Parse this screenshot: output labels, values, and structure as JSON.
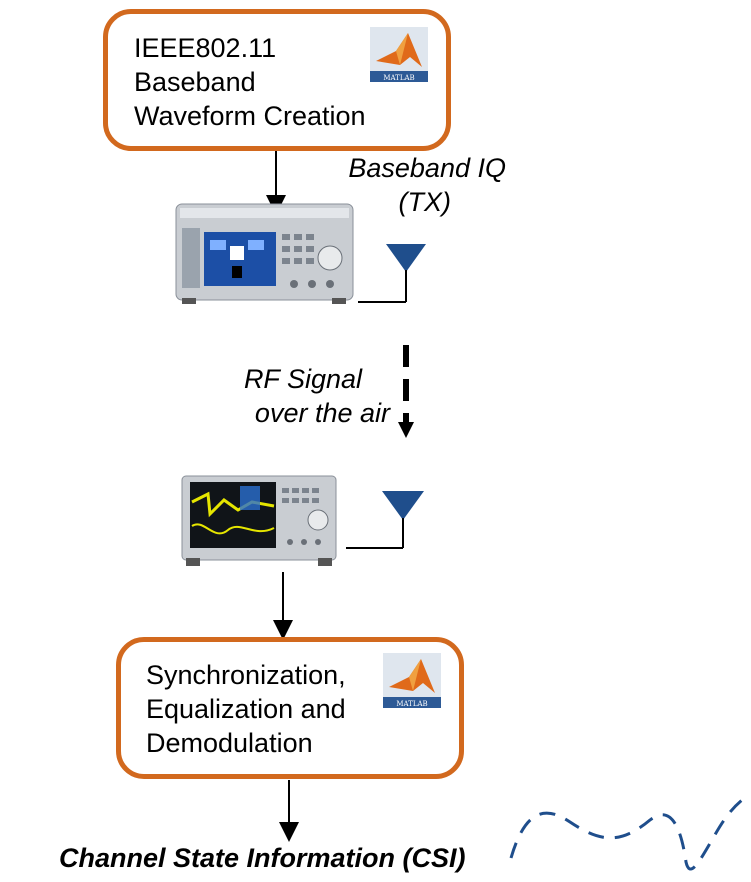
{
  "top_box": {
    "lines": [
      "IEEE802.11",
      "Baseband",
      "Waveform Creation"
    ],
    "logo_text": "MATLAB"
  },
  "bottom_box": {
    "lines": [
      "Synchronization,",
      "Equalization and",
      "Demodulation"
    ],
    "logo_text": "MATLAB"
  },
  "label_baseband": {
    "lines": [
      "Baseband IQ",
      "(TX)"
    ]
  },
  "label_rf": {
    "lines": [
      "RF Signal",
      "over the air"
    ]
  },
  "output_label": "Channel State Information (CSI)",
  "colors": {
    "box_border": "#d2691e",
    "antenna": "#1f4e8c",
    "wave": "#1f4e8c"
  }
}
